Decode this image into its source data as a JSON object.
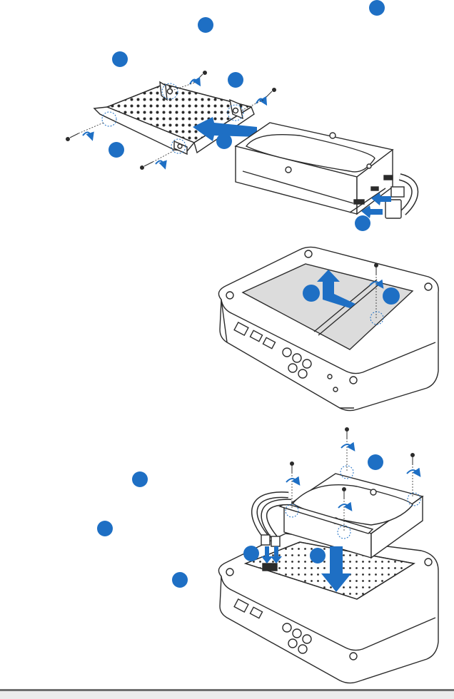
{
  "document": {
    "description_lines": [],
    "colors": {
      "accent": "#1e6fc4",
      "line": "#2b2b2b",
      "panel": "#dcdcdc",
      "rule": "#6f6f6f"
    },
    "figures": [
      {
        "id": "install-drive-into-bracket",
        "callouts": [
          "",
          "",
          "",
          "",
          "",
          "",
          ""
        ],
        "icons": [
          "hdd-bracket",
          "hard-drive",
          "screw-icon",
          "insert-arrow-icon",
          "sata-cable"
        ]
      },
      {
        "id": "remove-bottom-cover",
        "callouts": [
          "",
          ""
        ],
        "icons": [
          "chassis-bottom",
          "cover-panel",
          "lift-arrow-icon",
          "screw-icon"
        ]
      },
      {
        "id": "install-drive-into-chassis",
        "callouts": [
          "",
          "",
          "",
          "",
          ""
        ],
        "icons": [
          "chassis-bay",
          "hard-drive",
          "screw-icon",
          "down-arrow-icon",
          "sata-cable"
        ]
      }
    ]
  }
}
